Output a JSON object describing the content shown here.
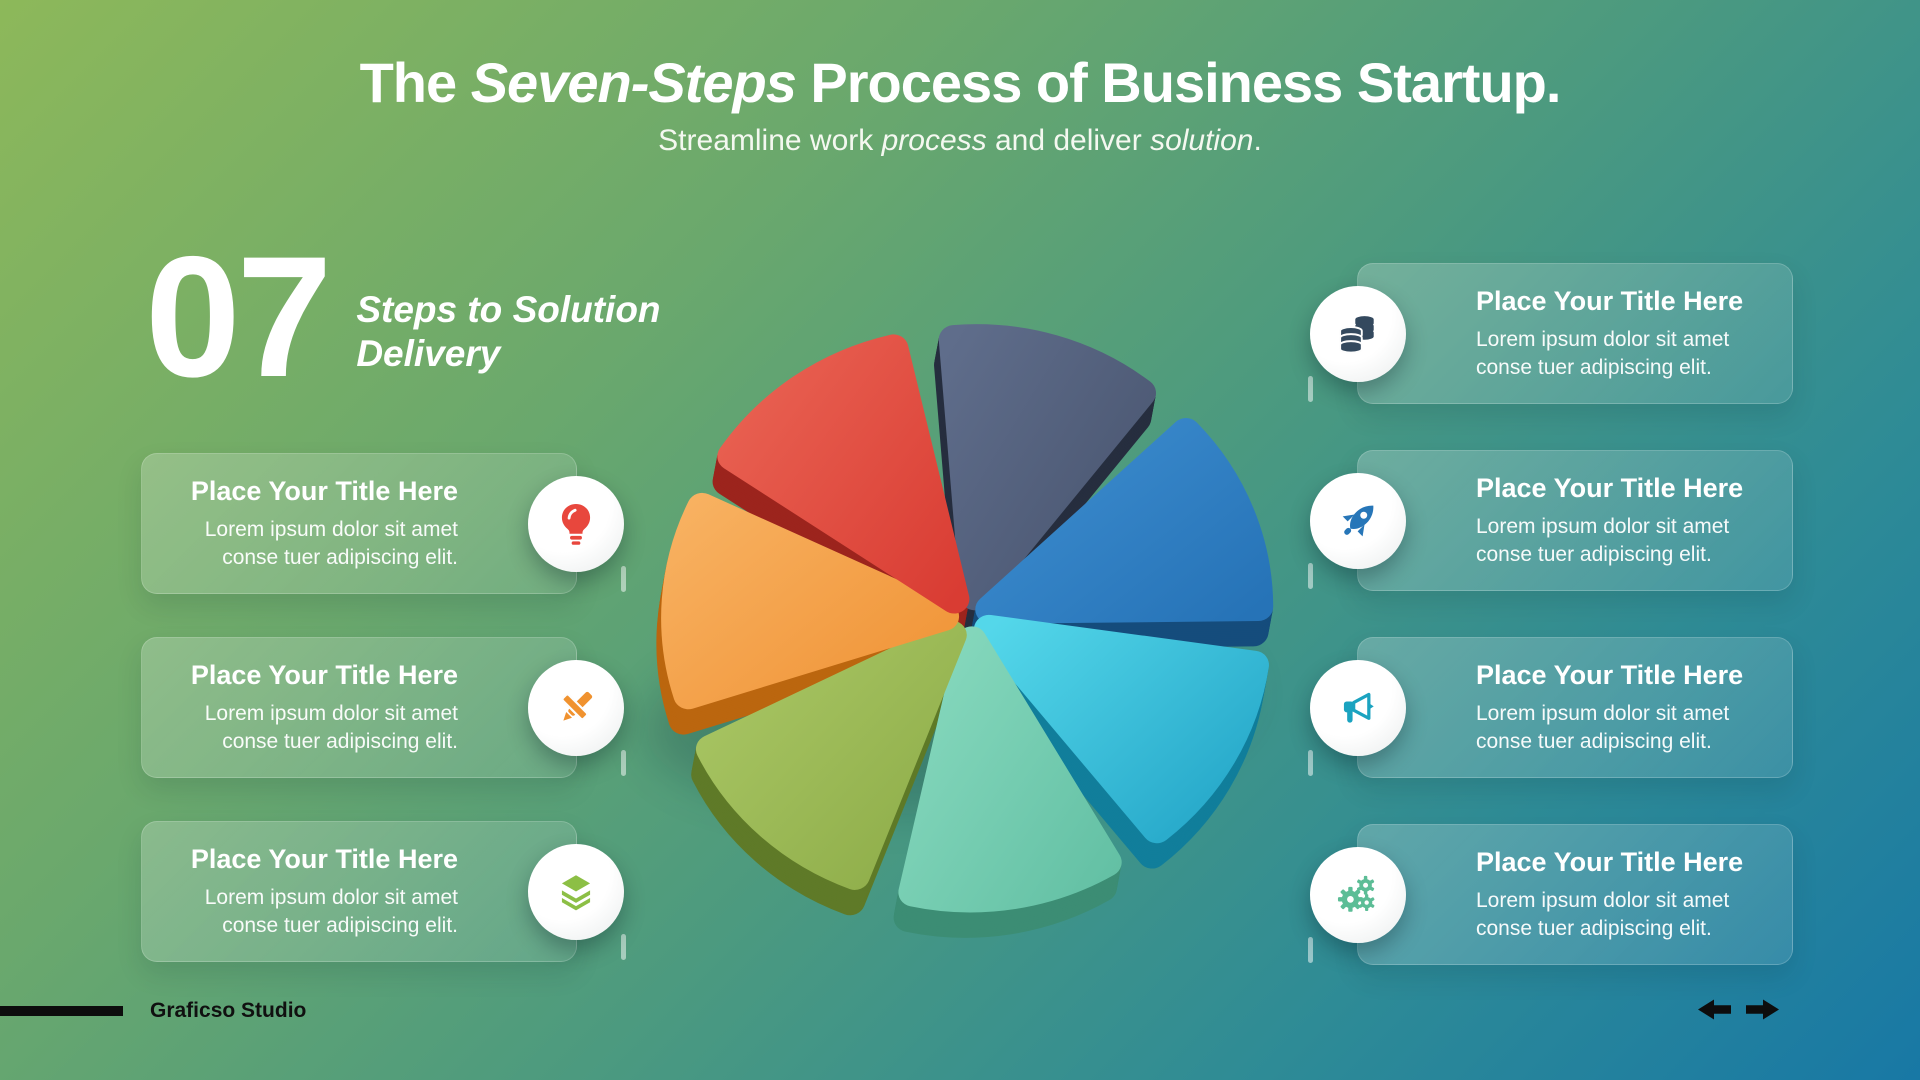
{
  "slide": {
    "title": {
      "p1": "The ",
      "p2": "Seven-Steps",
      "p3": " Process of Business Startup."
    },
    "subtitle": {
      "p1": "Streamline work ",
      "p2": "process",
      "p3": " and deliver ",
      "p4": "solution",
      "p5": "."
    },
    "step_count": "07",
    "step_caption_line1": "Steps to Solution",
    "step_caption_line2": "Delivery"
  },
  "cards": {
    "left": [
      {
        "title": "Place Your Title Here",
        "body": "Lorem ipsum dolor sit amet conse tuer adipiscing elit.",
        "icon": "lightbulb-icon",
        "icon_color": "#e8473d"
      },
      {
        "title": "Place Your Title Here",
        "body": "Lorem ipsum dolor sit amet conse tuer adipiscing elit.",
        "icon": "pencil-ruler-icon",
        "icon_color": "#f0922f"
      },
      {
        "title": "Place Your Title Here",
        "body": "Lorem ipsum dolor sit amet conse tuer adipiscing elit.",
        "icon": "layers-icon",
        "icon_color": "#8cbf45"
      }
    ],
    "right": [
      {
        "title": "Place Your Title Here",
        "body": "Lorem ipsum dolor sit amet conse tuer adipiscing elit.",
        "icon": "coins-icon",
        "icon_color": "#34495e"
      },
      {
        "title": "Place Your Title Here",
        "body": "Lorem ipsum dolor sit amet conse tuer adipiscing elit.",
        "icon": "rocket-icon",
        "icon_color": "#2776b8"
      },
      {
        "title": "Place Your Title Here",
        "body": "Lorem ipsum dolor sit amet conse tuer adipiscing elit.",
        "icon": "megaphone-icon",
        "icon_color": "#1ba3c0"
      },
      {
        "title": "Place Your Title Here",
        "body": "Lorem ipsum dolor sit amet conse tuer adipiscing elit.",
        "icon": "gears-icon",
        "icon_color": "#5cbd96"
      }
    ]
  },
  "footer": {
    "brand": "Graficso Studio"
  },
  "theme": {
    "background_gradient_from": "#8db85a",
    "background_gradient_to": "#1878a5",
    "text_color": "#ffffff",
    "footer_color": "#0d0d0d"
  },
  "chart_data": {
    "type": "pie",
    "title": "Seven equal process steps (decorative exploded 3D pie, no numeric labels shown)",
    "segments": [
      {
        "label": "step-1",
        "value": 1,
        "color": "#47536d",
        "light": "#5f6d8b",
        "side": "#262e3f"
      },
      {
        "label": "step-2",
        "value": 1,
        "color": "#2673b7",
        "light": "#3e8ed0",
        "side": "#154c7c"
      },
      {
        "label": "step-3",
        "value": 1,
        "color": "#21a3c6",
        "light": "#54d7ea",
        "side": "#117e9b"
      },
      {
        "label": "step-4",
        "value": 1,
        "color": "#63c0a4",
        "light": "#8adbc0",
        "side": "#3c8d74"
      },
      {
        "label": "step-5",
        "value": 1,
        "color": "#8cab47",
        "light": "#aac765",
        "side": "#5f7a28"
      },
      {
        "label": "step-6",
        "value": 1,
        "color": "#f09437",
        "light": "#f8b262",
        "side": "#bb660f"
      },
      {
        "label": "step-7",
        "value": 1,
        "color": "#d93c33",
        "light": "#ea6454",
        "side": "#9c241d"
      }
    ],
    "start_angle_deg": -5,
    "clockwise": true,
    "legend": false,
    "data_labels": false
  }
}
